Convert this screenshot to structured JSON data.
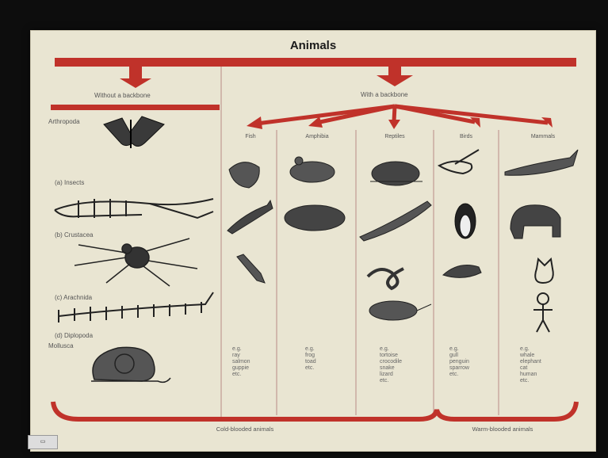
{
  "title": "Animals",
  "branches": {
    "left": "Without a backbone",
    "right": "With a backbone"
  },
  "invertebrates": [
    {
      "label": "Arthropoda",
      "icon": "butterfly-icon"
    },
    {
      "label": "(a) Insects",
      "icon": "lobster-icon"
    },
    {
      "label": "(b) Crustacea",
      "icon": "spider-icon"
    },
    {
      "label": "(c) Arachnida",
      "icon": "centipede-icon"
    },
    {
      "label": "(d) Diplopoda",
      "icon": ""
    },
    {
      "label": "Mollusca",
      "icon": "snail-icon"
    }
  ],
  "groups": [
    {
      "name": "Fish",
      "examples": "e.g.\nray\nsalmon\nguppie\netc."
    },
    {
      "name": "Amphibia",
      "examples": "e.g.\nfrog\ntoad\netc."
    },
    {
      "name": "Reptiles",
      "examples": "e.g.\ntortoise\ncrocodile\nsnake\nlizard\netc."
    },
    {
      "name": "Birds",
      "examples": "e.g.\ngull\npenguin\nsparrow\netc."
    },
    {
      "name": "Mammals",
      "examples": "e.g.\nwhale\nelephant\ncat\nhuman\netc."
    }
  ],
  "footer": {
    "cold": "Cold-blooded animals",
    "warm": "Warm-blooded animals"
  },
  "corner_label": "",
  "colors": {
    "arrow": "#c0322a",
    "background": "#e9e5d2"
  }
}
